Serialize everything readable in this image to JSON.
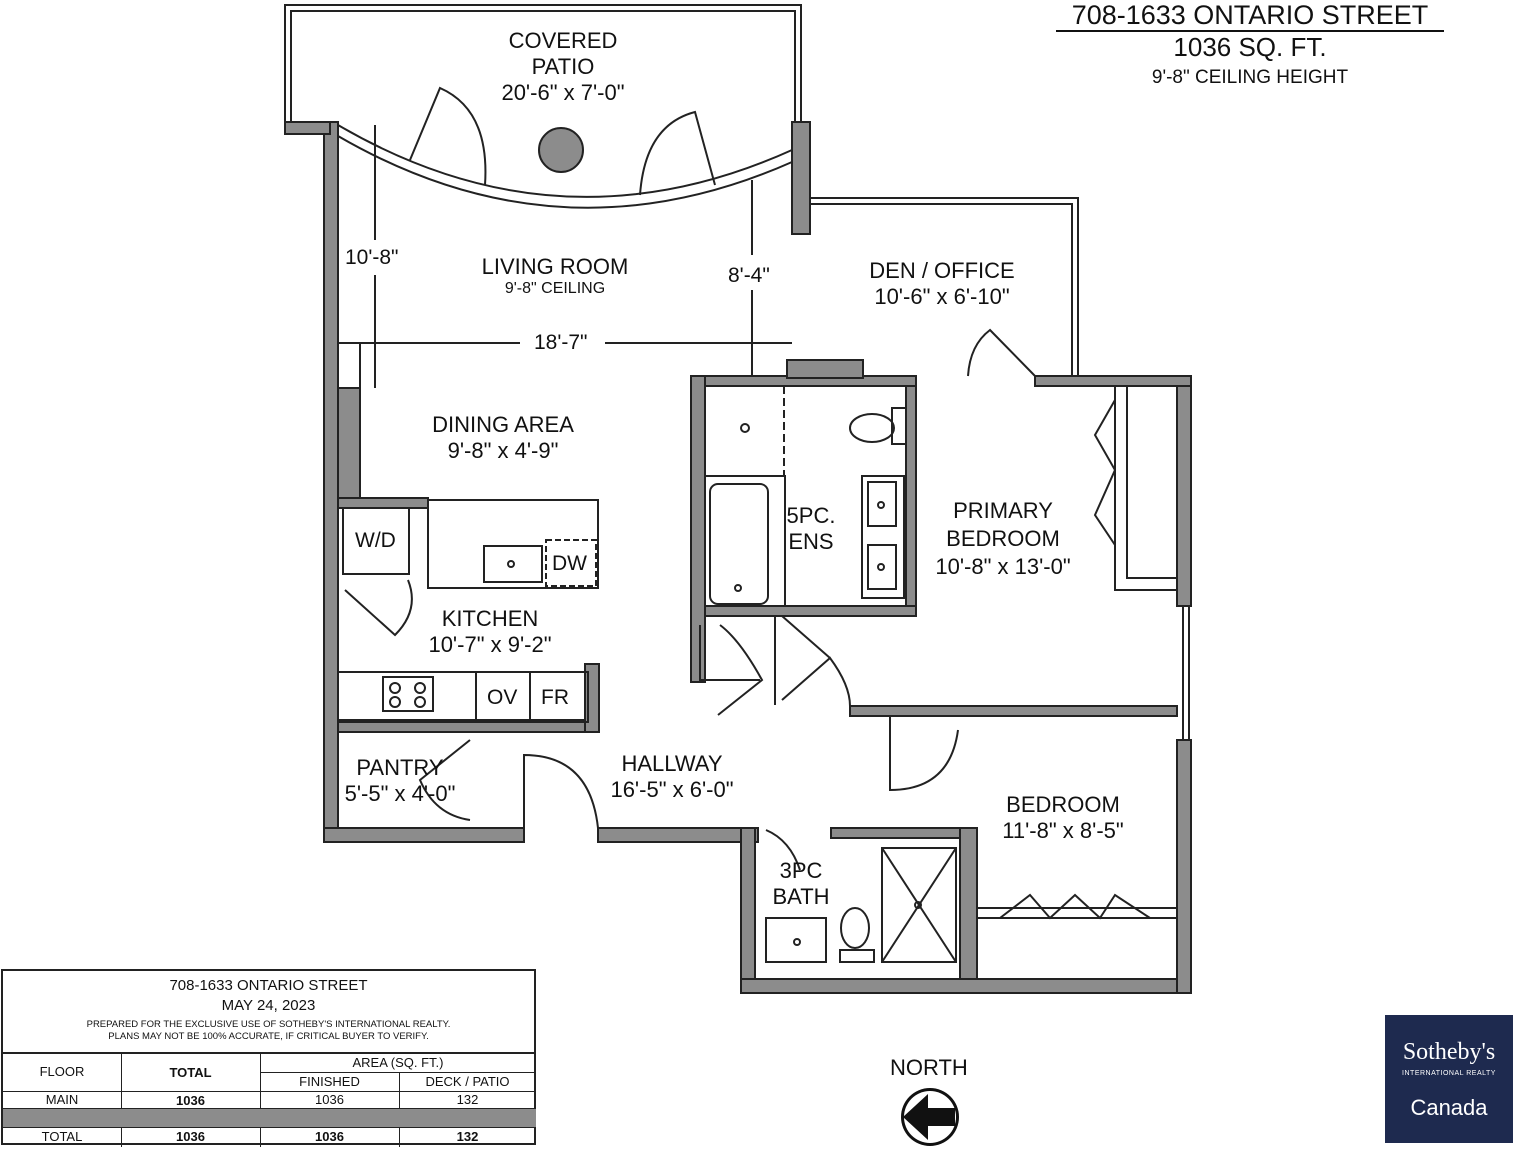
{
  "header": {
    "address": "708-1633 ONTARIO STREET",
    "area": "1036 SQ. FT.",
    "ceiling": "9'-8\" CEILING HEIGHT"
  },
  "rooms": {
    "patio": {
      "name": "COVERED",
      "name2": "PATIO",
      "size": "20'-6\" x 7'-0\""
    },
    "living": {
      "name": "LIVING ROOM",
      "note": "9'-8\" CEILING"
    },
    "den": {
      "name": "DEN / OFFICE",
      "size": "10'-6\" x 6'-10\""
    },
    "dining": {
      "name": "DINING AREA",
      "size": "9'-8\" x 4'-9\""
    },
    "ensuite": {
      "name": "5PC.",
      "name2": "ENS"
    },
    "primary": {
      "name": "PRIMARY",
      "name2": "BEDROOM",
      "size": "10'-8\" x 13'-0\""
    },
    "kitchen": {
      "name": "KITCHEN",
      "size": "10'-7\" x 9'-2\""
    },
    "pantry": {
      "name": "PANTRY",
      "size": "5'-5\" x 4'-0\""
    },
    "hallway": {
      "name": "HALLWAY",
      "size": "16'-5\" x 6'-0\""
    },
    "bedroom": {
      "name": "BEDROOM",
      "size": "11'-8\" x 8'-5\""
    },
    "bath": {
      "name": "3PC",
      "name2": "BATH"
    }
  },
  "dimensions": {
    "left_height": "10'-8\"",
    "right_height": "8'-4\"",
    "width": "18'-7\""
  },
  "appliances": {
    "wd": "W/D",
    "dw": "DW",
    "ov": "OV",
    "fr": "FR"
  },
  "table": {
    "address": "708-1633 ONTARIO STREET",
    "date": "MAY 24, 2023",
    "note1": "PREPARED FOR THE EXCLUSIVE USE OF SOTHEBY'S INTERNATIONAL REALTY.",
    "note2": "PLANS MAY NOT BE 100% ACCURATE, IF CRITICAL BUYER TO VERIFY.",
    "headers": {
      "floor": "FLOOR",
      "total": "TOTAL",
      "area": "AREA (SQ. FT.)",
      "finished": "FINISHED",
      "deck": "DECK / PATIO"
    },
    "rows": [
      {
        "floor": "MAIN",
        "total": "1036",
        "finished": "1036",
        "deck": "132"
      },
      {
        "floor": "TOTAL",
        "total": "1036",
        "finished": "1036",
        "deck": "132"
      }
    ]
  },
  "north": "NORTH",
  "logo": {
    "brand": "Sotheby's",
    "sub": "INTERNATIONAL REALTY",
    "region": "Canada"
  }
}
